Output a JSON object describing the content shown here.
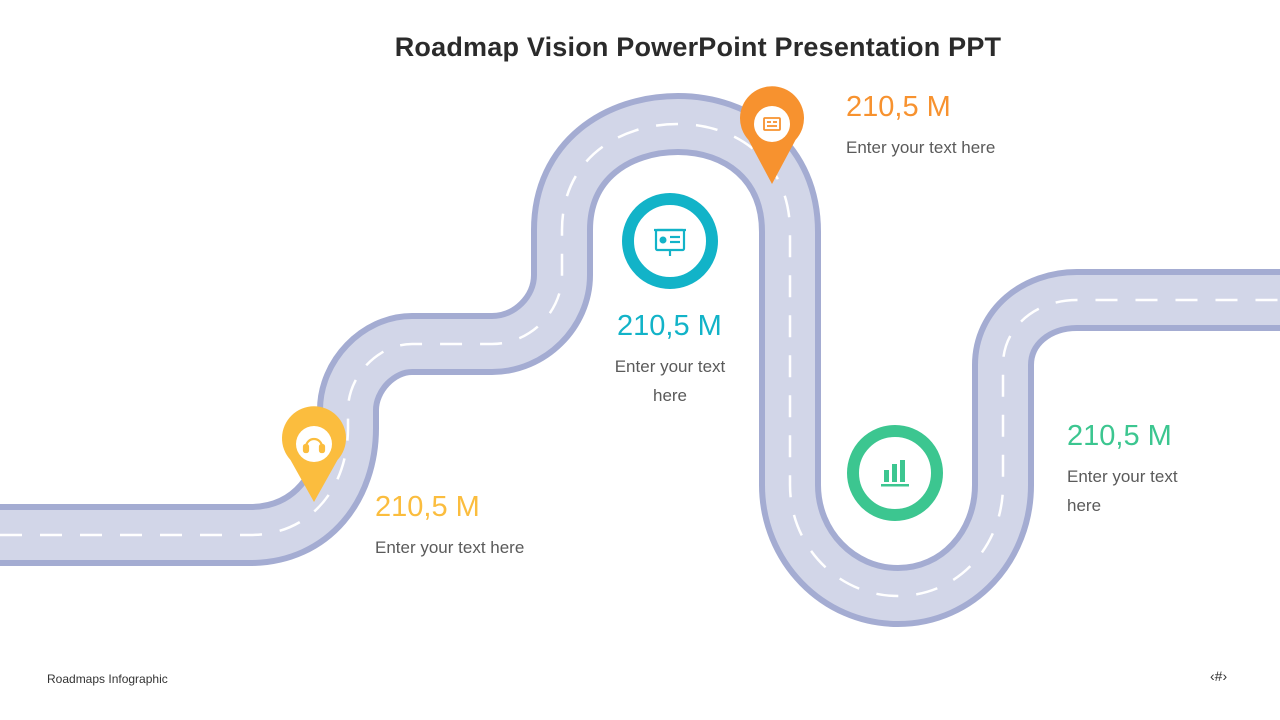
{
  "slide": {
    "title": "Roadmap Vision PowerPoint Presentation PPT",
    "footer": "Roadmaps Infographic",
    "page_number": "‹#›"
  },
  "colors": {
    "road_fill": "#d2d6e8",
    "road_border": "#a4acd2",
    "road_dash": "#ffffff",
    "yellow": "#fbbd3e",
    "orange": "#f7922f",
    "teal": "#12b3c8",
    "green": "#3cc690",
    "text_gray": "#5a5a5a"
  },
  "milestones": [
    {
      "id": "yellow",
      "marker": "pin",
      "icon": "headset-icon",
      "value": "210,5 M",
      "text_lines": [
        "Enter your text here"
      ]
    },
    {
      "id": "teal",
      "marker": "ring",
      "icon": "presentation-board-icon",
      "value": "210,5 M",
      "text_lines": [
        "Enter your text",
        "here"
      ]
    },
    {
      "id": "orange",
      "marker": "pin",
      "icon": "id-card-icon",
      "value": "210,5 M",
      "text_lines": [
        "Enter your text here"
      ]
    },
    {
      "id": "green",
      "marker": "ring",
      "icon": "bar-chart-icon",
      "value": "210,5 M",
      "text_lines": [
        "Enter your text",
        "here"
      ]
    }
  ]
}
